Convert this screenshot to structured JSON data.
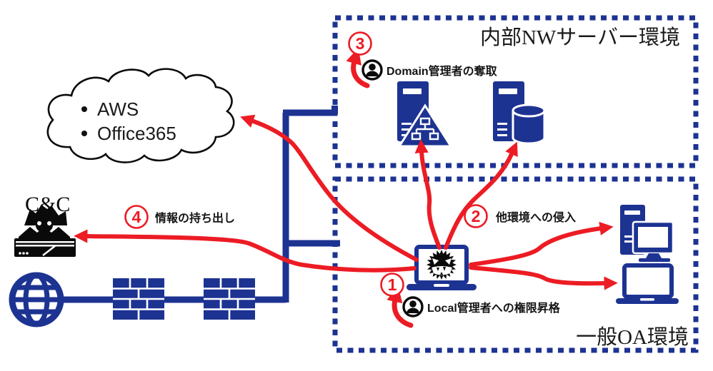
{
  "colors": {
    "navy": "#1d3392",
    "red": "#ec1c24",
    "ink": "#111111"
  },
  "environments": {
    "internal": {
      "title": "内部NWサーバー環境"
    },
    "oa": {
      "title": "一般OA環境"
    }
  },
  "cloud": {
    "items": [
      "AWS",
      "Office365"
    ]
  },
  "cnc": {
    "label": "C&C"
  },
  "steps": {
    "s1": {
      "num": "1",
      "label": "Local管理者への権限昇格"
    },
    "s2": {
      "num": "2",
      "label": "他環境への侵入"
    },
    "s3": {
      "num": "3",
      "label": "Domain管理者の奪取"
    },
    "s4": {
      "num": "4",
      "label": "情報の持ち出し"
    }
  },
  "icons": {
    "cloud": "cloud-outline",
    "cnc_server": "hacker-at-laptop",
    "internet": "globe",
    "firewall": "brick-wall",
    "server_ad": "server-with-network-triangle-badge",
    "server_db": "server-with-database-cylinder",
    "infected_pc": "laptop-with-malware-starburst",
    "desktop": "desktop-pc-with-monitor",
    "laptop": "laptop",
    "admin": "person-in-circle"
  }
}
